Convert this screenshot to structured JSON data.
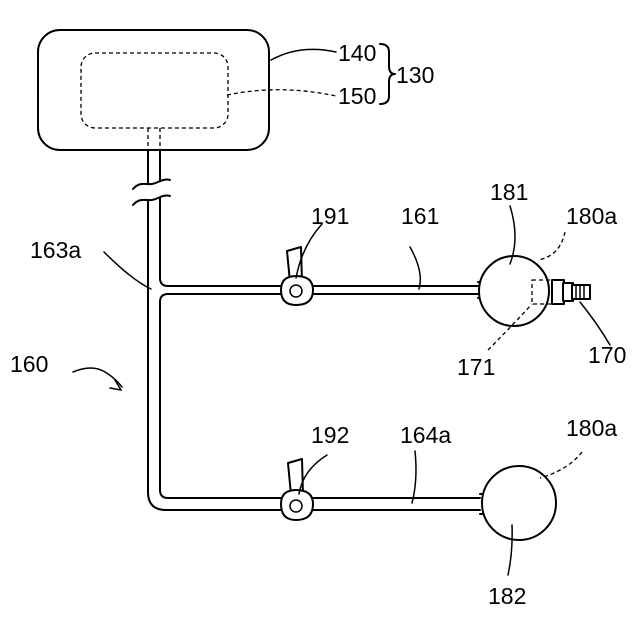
{
  "labels": {
    "l140": "140",
    "l150": "150",
    "l130": "130",
    "l191": "191",
    "l161": "161",
    "l181": "181",
    "l180a_top": "180a",
    "l163a": "163a",
    "l160": "160",
    "l171": "171",
    "l170": "170",
    "l192": "192",
    "l164a": "164a",
    "l180a_bottom": "180a",
    "l182": "182"
  }
}
